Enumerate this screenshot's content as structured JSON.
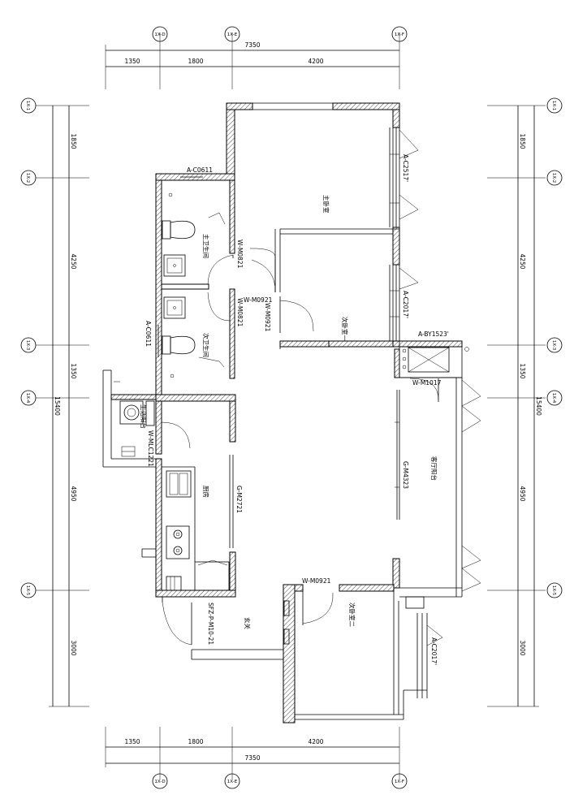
{
  "axes": {
    "top": [
      "1X-D",
      "1X-E",
      "1X-F"
    ],
    "bottom": [
      "1X-D",
      "1X-E",
      "1X-F"
    ],
    "left": [
      "1X-1",
      "1X-2",
      "1X-3",
      "1X-4",
      "1X-5"
    ],
    "right": [
      "1X-1",
      "1X-2",
      "1X-3",
      "1X-4",
      "1X-5"
    ]
  },
  "dimensions": {
    "top_total": "7350",
    "top_segments": [
      "1350",
      "1800",
      "4200"
    ],
    "bottom_total": "7350",
    "bottom_segments": [
      "1350",
      "1800",
      "4200"
    ],
    "left_total": "15400",
    "left_segments": [
      "1850",
      "4250",
      "1350",
      "4950",
      "3000"
    ],
    "right_total": "15400",
    "right_segments": [
      "1850",
      "4250",
      "1350",
      "4950",
      "3000"
    ]
  },
  "openings": {
    "a_c0611_top": "A-C0611",
    "a_c0611_left": "A-C0611",
    "a_c2517": "A-C2517'",
    "a_c2017_mid": "A-C2017'",
    "a_c2017_bot": "A-C2017'",
    "a_by1523": "A-BY1523'",
    "w_m0821_a": "W-M0821",
    "w_m0821_b": "W-M0821",
    "w_m0921_a": "W-M0921",
    "w_m0921_b": "W-M0921",
    "w_m0921_c": "W-M0921",
    "w_m1017": "W-M1017",
    "w_mlc1221": "W-MLC1221",
    "g_m2721": "G-M2721",
    "g_m4323": "G-M4323",
    "sf_door": "SFZ-P-M10-21"
  },
  "rooms": {
    "master_bedroom": "主卧室",
    "master_bath": "主卫生间",
    "bedroom_1": "次卧室一",
    "bedroom_2": "次卧室二",
    "guest_bath": "次卫生间",
    "laundry": "生活阳台",
    "kitchen": "厨房",
    "living_balcony": "客厅阳台",
    "entrance": "玄关"
  }
}
